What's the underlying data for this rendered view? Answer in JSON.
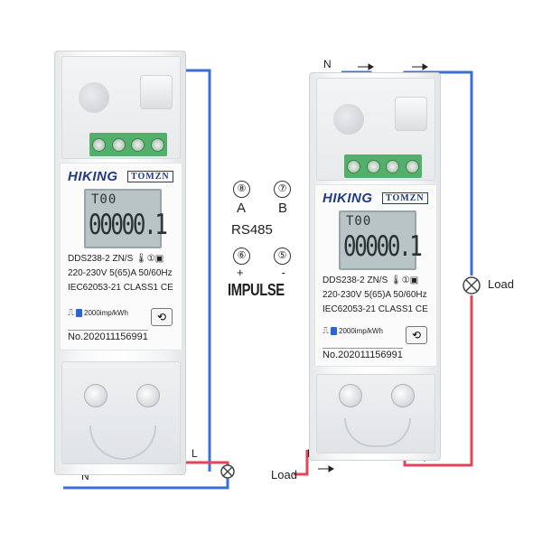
{
  "wiring": {
    "n_label": "N",
    "l_label": "L",
    "load_label": "Load",
    "neutral_color": "#3b6fd4",
    "line_color": "#e0455a"
  },
  "meter": {
    "brand": "HIKING",
    "brand2": "TOMZN",
    "lcd_top": "T00",
    "reading": "00000.1",
    "model": "DDS238-2 ZN/S",
    "rating": "220-230V 5(65)A 50/60Hz",
    "standard": "IEC62053-21 CLASS1 CE",
    "impulse_rate": "2000imp/kWh",
    "serial": "No.202011156991"
  },
  "terminals": {
    "a_num": "⑧",
    "a_label": "A",
    "b_num": "⑦",
    "b_label": "B",
    "rs485": "RS485",
    "plus_num": "⑥",
    "plus_label": "+",
    "minus_num": "⑤",
    "minus_label": "-",
    "impulse": "IMPULSE"
  }
}
